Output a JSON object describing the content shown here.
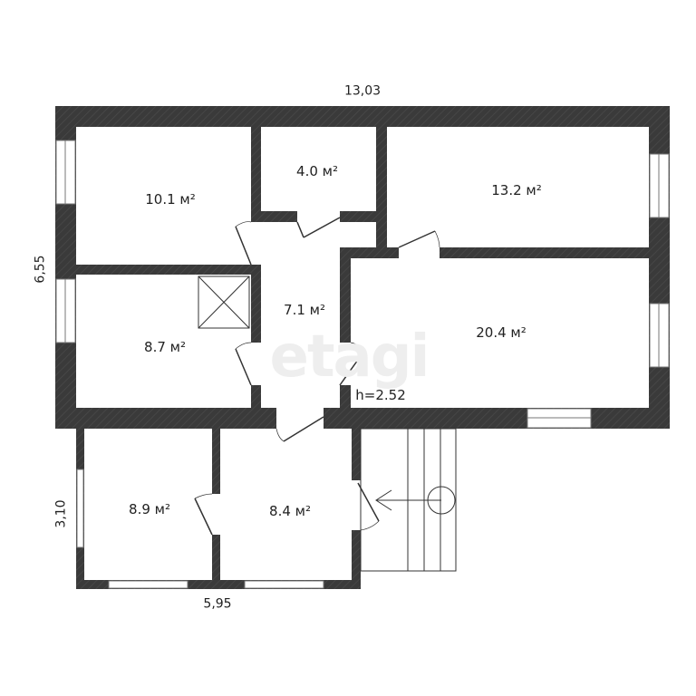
{
  "watermark": "etagi",
  "colors": {
    "wall": "#3a3a3a",
    "background": "#ffffff"
  },
  "dimensions": {
    "top": "13,03",
    "left": "6,55",
    "lower_left": "3,10",
    "bottom": "5,95"
  },
  "ceiling_height": "h=2.52",
  "rooms": [
    {
      "area": "10.1 м²"
    },
    {
      "area": "4.0 м²"
    },
    {
      "area": "13.2 м²"
    },
    {
      "area": "7.1 м²"
    },
    {
      "area": "8.7 м²"
    },
    {
      "area": "20.4 м²"
    },
    {
      "area": "8.9 м²"
    },
    {
      "area": "8.4 м²"
    }
  ]
}
